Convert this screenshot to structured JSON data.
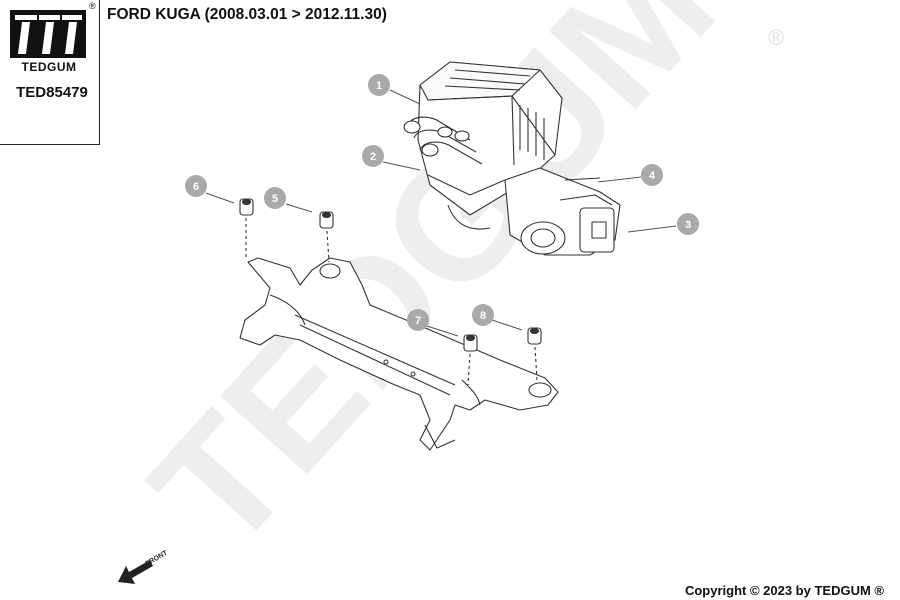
{
  "header": {
    "brand": "TEDGUM",
    "registered_mark": "®",
    "part_number": "TED85479",
    "vehicle": "FORD KUGA (2008.03.01 > 2012.11.30)"
  },
  "watermark": {
    "text": "TEDGUM",
    "registered_mark": "®"
  },
  "callouts": [
    "1",
    "2",
    "3",
    "4",
    "5",
    "6",
    "7",
    "8"
  ],
  "front_indicator": {
    "label": "FRONT"
  },
  "footer": {
    "copyright": "Copyright © 2023 by TEDGUM ®"
  },
  "colors": {
    "callout": "#a9a9a9",
    "watermark": "#eeeeee",
    "line": "#333333"
  }
}
